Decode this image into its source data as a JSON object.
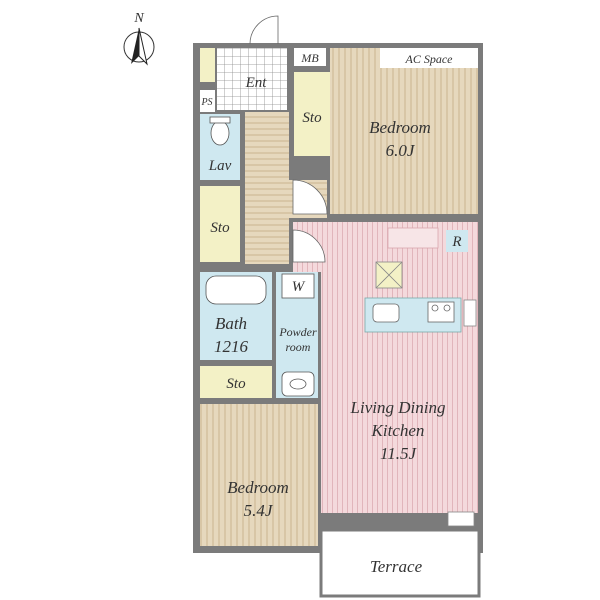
{
  "compass": {
    "north_label": "N"
  },
  "rooms": {
    "bedroom_north": {
      "name": "Bedroom",
      "size": "6.0J"
    },
    "bedroom_south": {
      "name": "Bedroom",
      "size": "5.4J"
    },
    "ldk": {
      "line1": "Living Dining",
      "line2": "Kitchen",
      "size": "11.5J"
    },
    "bath": {
      "name": "Bath",
      "size": "1216"
    },
    "powder": {
      "line1": "Powder",
      "line2": "room"
    },
    "entrance": {
      "name": "Ent"
    },
    "lavatory": {
      "name": "Lav"
    },
    "terrace": {
      "name": "Terrace"
    },
    "storage_upper": {
      "name": "Sto"
    },
    "storage_hall": {
      "name": "Sto"
    },
    "storage_lower": {
      "name": "Sto"
    }
  },
  "fixtures": {
    "meter_box": "MB",
    "pipe_space": "PS",
    "ac_space": "AC Space",
    "washer": "W",
    "refrigerator": "R"
  },
  "colors": {
    "wall": "#7b7b7b",
    "wood_floor": "#e6d8bd",
    "wood_line": "#c2ab85",
    "ldk_floor": "#f4d9dc",
    "ldk_line": "#d9a6ad",
    "wet_area": "#cfe8f0",
    "storage": "#f3f1c6",
    "tile": "#ffffff"
  }
}
